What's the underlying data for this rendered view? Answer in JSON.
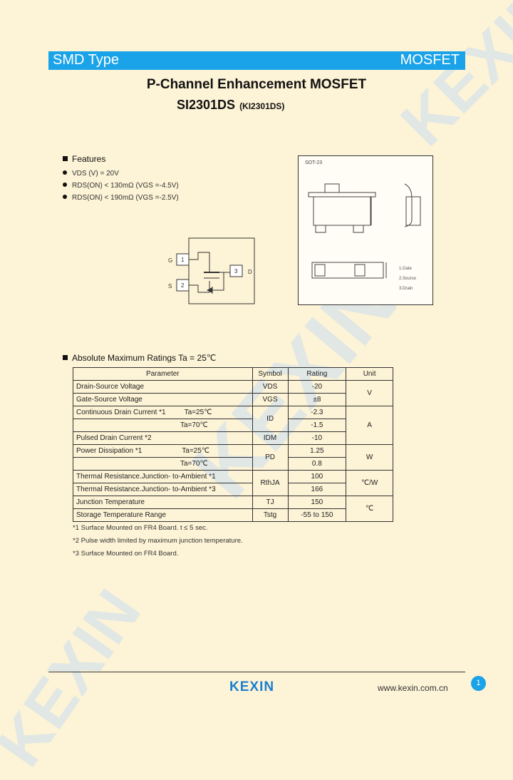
{
  "header": {
    "left": "SMD Type",
    "right": "MOSFET"
  },
  "title": "P-Channel Enhancement MOSFET",
  "part": {
    "main": "SI2301DS",
    "alt": "(KI2301DS)"
  },
  "features": {
    "heading": "Features",
    "items": [
      "VDS (V) = 20V",
      "RDS(ON) < 130mΩ (VGS =-4.5V)",
      "RDS(ON) < 190mΩ (VGS =-2.5V)"
    ]
  },
  "package": {
    "name": "SOT-23",
    "pins": [
      "1.Gate",
      "2.Source",
      "3.Drain"
    ],
    "symbol_labels": {
      "g": "G",
      "s": "S",
      "d": "D",
      "p1": "1",
      "p2": "2",
      "p3": "3"
    }
  },
  "ratings": {
    "heading": "Absolute Maximum Ratings Ta = 25℃",
    "headers": [
      "Parameter",
      "Symbol",
      "Rating",
      "Unit"
    ],
    "rows": {
      "vds": {
        "param": "Drain-Source Voltage",
        "sym": "VDS",
        "val": "-20"
      },
      "vgs": {
        "param": "Gate-Source Voltage",
        "sym": "VGS",
        "val": "±8"
      },
      "v_unit": "V",
      "id": {
        "param": "Continuous Drain Current *1",
        "cond1": "Ta=25℃",
        "cond2": "Ta=70℃",
        "sym": "ID",
        "val1": "-2.3",
        "val2": "-1.5"
      },
      "idm": {
        "param": "Pulsed Drain Current *2",
        "sym": "IDM",
        "val": "-10"
      },
      "a_unit": "A",
      "pd": {
        "param": "Power Dissipation *1",
        "cond1": "Ta=25℃",
        "cond2": "Ta=70℃",
        "sym": "PD",
        "val1": "1.25",
        "val2": "0.8",
        "unit": "W"
      },
      "rth1": {
        "param": "Thermal Resistance.Junction- to-Ambient *1",
        "val": "100"
      },
      "rth3": {
        "param": "Thermal Resistance.Junction- to-Ambient *3",
        "val": "166"
      },
      "rth_sym": "RthJA",
      "rth_unit": "℃/W",
      "tj": {
        "param": "Junction Temperature",
        "sym": "TJ",
        "val": "150"
      },
      "tstg": {
        "param": "Storage Temperature Range",
        "sym": "Tstg",
        "val": "-55 to 150"
      },
      "t_unit": "℃"
    }
  },
  "notes": [
    "*1 Surface Mounted on FR4 Board. t ≤ 5 sec.",
    "*2 Pulse width limited by maximum junction temperature.",
    "*3 Surface Mounted on FR4 Board."
  ],
  "footer": {
    "brand": "KEXIN",
    "site": "www.kexin.com.cn",
    "page": "1"
  },
  "watermark": "KEXIN",
  "colors": {
    "accent": "#1aa3e8",
    "background": "#fdf3d6",
    "brand": "#1a7fd0"
  }
}
